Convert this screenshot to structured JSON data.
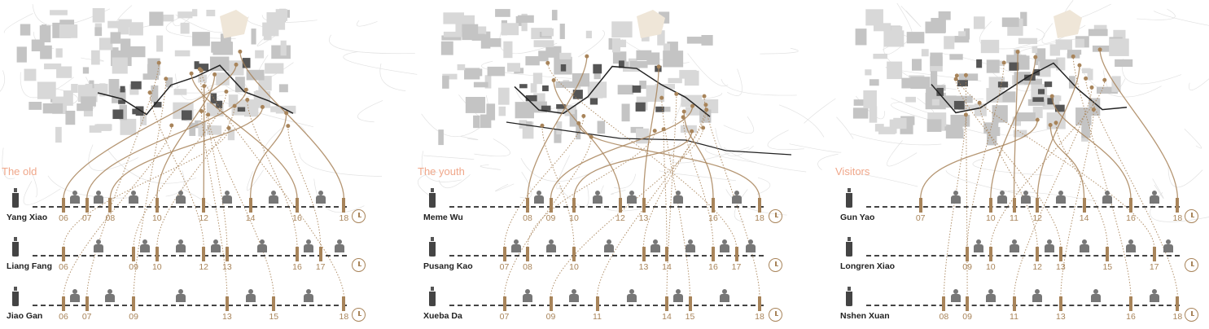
{
  "colors": {
    "accent": "#a8845a",
    "group_label": "#f0a78a",
    "icon": "#777777",
    "route": "#222222"
  },
  "panels": [
    {
      "group_label": "The old",
      "people": [
        {
          "name": "Yang Xiao",
          "ticks": [
            "06",
            "07",
            "08",
            "10",
            "12",
            "14",
            "16",
            "18"
          ],
          "activities": [
            {
              "icon": "dining-icon",
              "hour": 6.5
            },
            {
              "icon": "couple-icon",
              "hour": 7.5
            },
            {
              "icon": "massage-chair-icon",
              "hour": 9
            },
            {
              "icon": "mahjong-table-icon",
              "hour": 11
            },
            {
              "icon": "sleep-icon",
              "hour": 13
            },
            {
              "icon": "audience-icon",
              "hour": 15
            },
            {
              "icon": "badminton-icon",
              "hour": 17
            }
          ]
        },
        {
          "name": "Liang Fang",
          "ticks": [
            "06",
            "09",
            "10",
            "12",
            "13",
            "16",
            "17"
          ],
          "activities": [
            {
              "icon": "exercise-machine-icon",
              "hour": 7.5
            },
            {
              "icon": "walking-icon",
              "hour": 9.5
            },
            {
              "icon": "home-route-icon",
              "hour": 11
            },
            {
              "icon": "dining-icon",
              "hour": 12.5
            },
            {
              "icon": "audience-icon",
              "hour": 14.5
            },
            {
              "icon": "mahjong-table-icon",
              "hour": 16.5
            },
            {
              "icon": "dining-icon",
              "hour": 17.8
            }
          ]
        },
        {
          "name": "Jiao Gan",
          "ticks": [
            "06",
            "07",
            "09",
            "13",
            "15",
            "18"
          ],
          "activities": [
            {
              "icon": "sleep-icon",
              "hour": 6.5
            },
            {
              "icon": "mahjong-table-icon",
              "hour": 8
            },
            {
              "icon": "home-route-icon",
              "hour": 11
            },
            {
              "icon": "audience-icon",
              "hour": 14
            },
            {
              "icon": "swimming-icon",
              "hour": 16.5
            }
          ]
        }
      ]
    },
    {
      "group_label": "The youth",
      "people": [
        {
          "name": "Meme Wu",
          "ticks": [
            "08",
            "09",
            "10",
            "12",
            "13",
            "16",
            "18"
          ],
          "activities": [
            {
              "icon": "dining-icon",
              "hour": 8.5
            },
            {
              "icon": "walking-icon",
              "hour": 11
            },
            {
              "icon": "dining-icon",
              "hour": 12.5
            },
            {
              "icon": "couple-icon",
              "hour": 14.5
            },
            {
              "icon": "badminton-icon",
              "hour": 17
            }
          ]
        },
        {
          "name": "Pusang Kao",
          "ticks": [
            "07",
            "08",
            "10",
            "13",
            "14",
            "16",
            "17"
          ],
          "activities": [
            {
              "icon": "exercise-machine-icon",
              "hour": 7.5
            },
            {
              "icon": "home-route-icon",
              "hour": 9
            },
            {
              "icon": "walking-icon",
              "hour": 11.5
            },
            {
              "icon": "dining-icon",
              "hour": 13.5
            },
            {
              "icon": "audience-icon",
              "hour": 15
            },
            {
              "icon": "skateboard-icon",
              "hour": 16.5
            },
            {
              "icon": "dining-icon",
              "hour": 17.6
            }
          ]
        },
        {
          "name": "Xueba Da",
          "ticks": [
            "07",
            "09",
            "11",
            "14",
            "15",
            "18"
          ],
          "activities": [
            {
              "icon": "dining-icon",
              "hour": 8
            },
            {
              "icon": "home-route-icon",
              "hour": 10
            },
            {
              "icon": "mahjong-table-icon",
              "hour": 12.5
            },
            {
              "icon": "dining-icon",
              "hour": 14.5
            },
            {
              "icon": "reading-desk-icon",
              "hour": 16.5
            }
          ]
        }
      ]
    },
    {
      "group_label": "Visitors",
      "people": [
        {
          "name": "Gun Yao",
          "ticks": [
            "07",
            "10",
            "11",
            "12",
            "14",
            "16",
            "18"
          ],
          "activities": [
            {
              "icon": "photography-icon",
              "hour": 8.5
            },
            {
              "icon": "walking-icon",
              "hour": 10.5
            },
            {
              "icon": "dining-icon",
              "hour": 11.5
            },
            {
              "icon": "photography-icon",
              "hour": 13
            },
            {
              "icon": "audience-icon",
              "hour": 15
            },
            {
              "icon": "family-icon",
              "hour": 17
            }
          ]
        },
        {
          "name": "Longren Xiao",
          "ticks": [
            "09",
            "10",
            "12",
            "13",
            "15",
            "17"
          ],
          "activities": [
            {
              "icon": "walking-icon",
              "hour": 9.5
            },
            {
              "icon": "painting-icon",
              "hour": 11
            },
            {
              "icon": "dining-icon",
              "hour": 12.5
            },
            {
              "icon": "painting-icon",
              "hour": 14
            },
            {
              "icon": "dancing-icon",
              "hour": 16
            },
            {
              "icon": "dining-icon",
              "hour": 17.6
            }
          ]
        },
        {
          "name": "Nshen Xuan",
          "ticks": [
            "08",
            "09",
            "11",
            "13",
            "16",
            "18"
          ],
          "activities": [
            {
              "icon": "dining-icon",
              "hour": 8.5
            },
            {
              "icon": "photography-icon",
              "hour": 10
            },
            {
              "icon": "dining-icon",
              "hour": 12
            },
            {
              "icon": "family-icon",
              "hour": 14.5
            },
            {
              "icon": "waiter-icon",
              "hour": 17
            }
          ]
        }
      ]
    }
  ]
}
